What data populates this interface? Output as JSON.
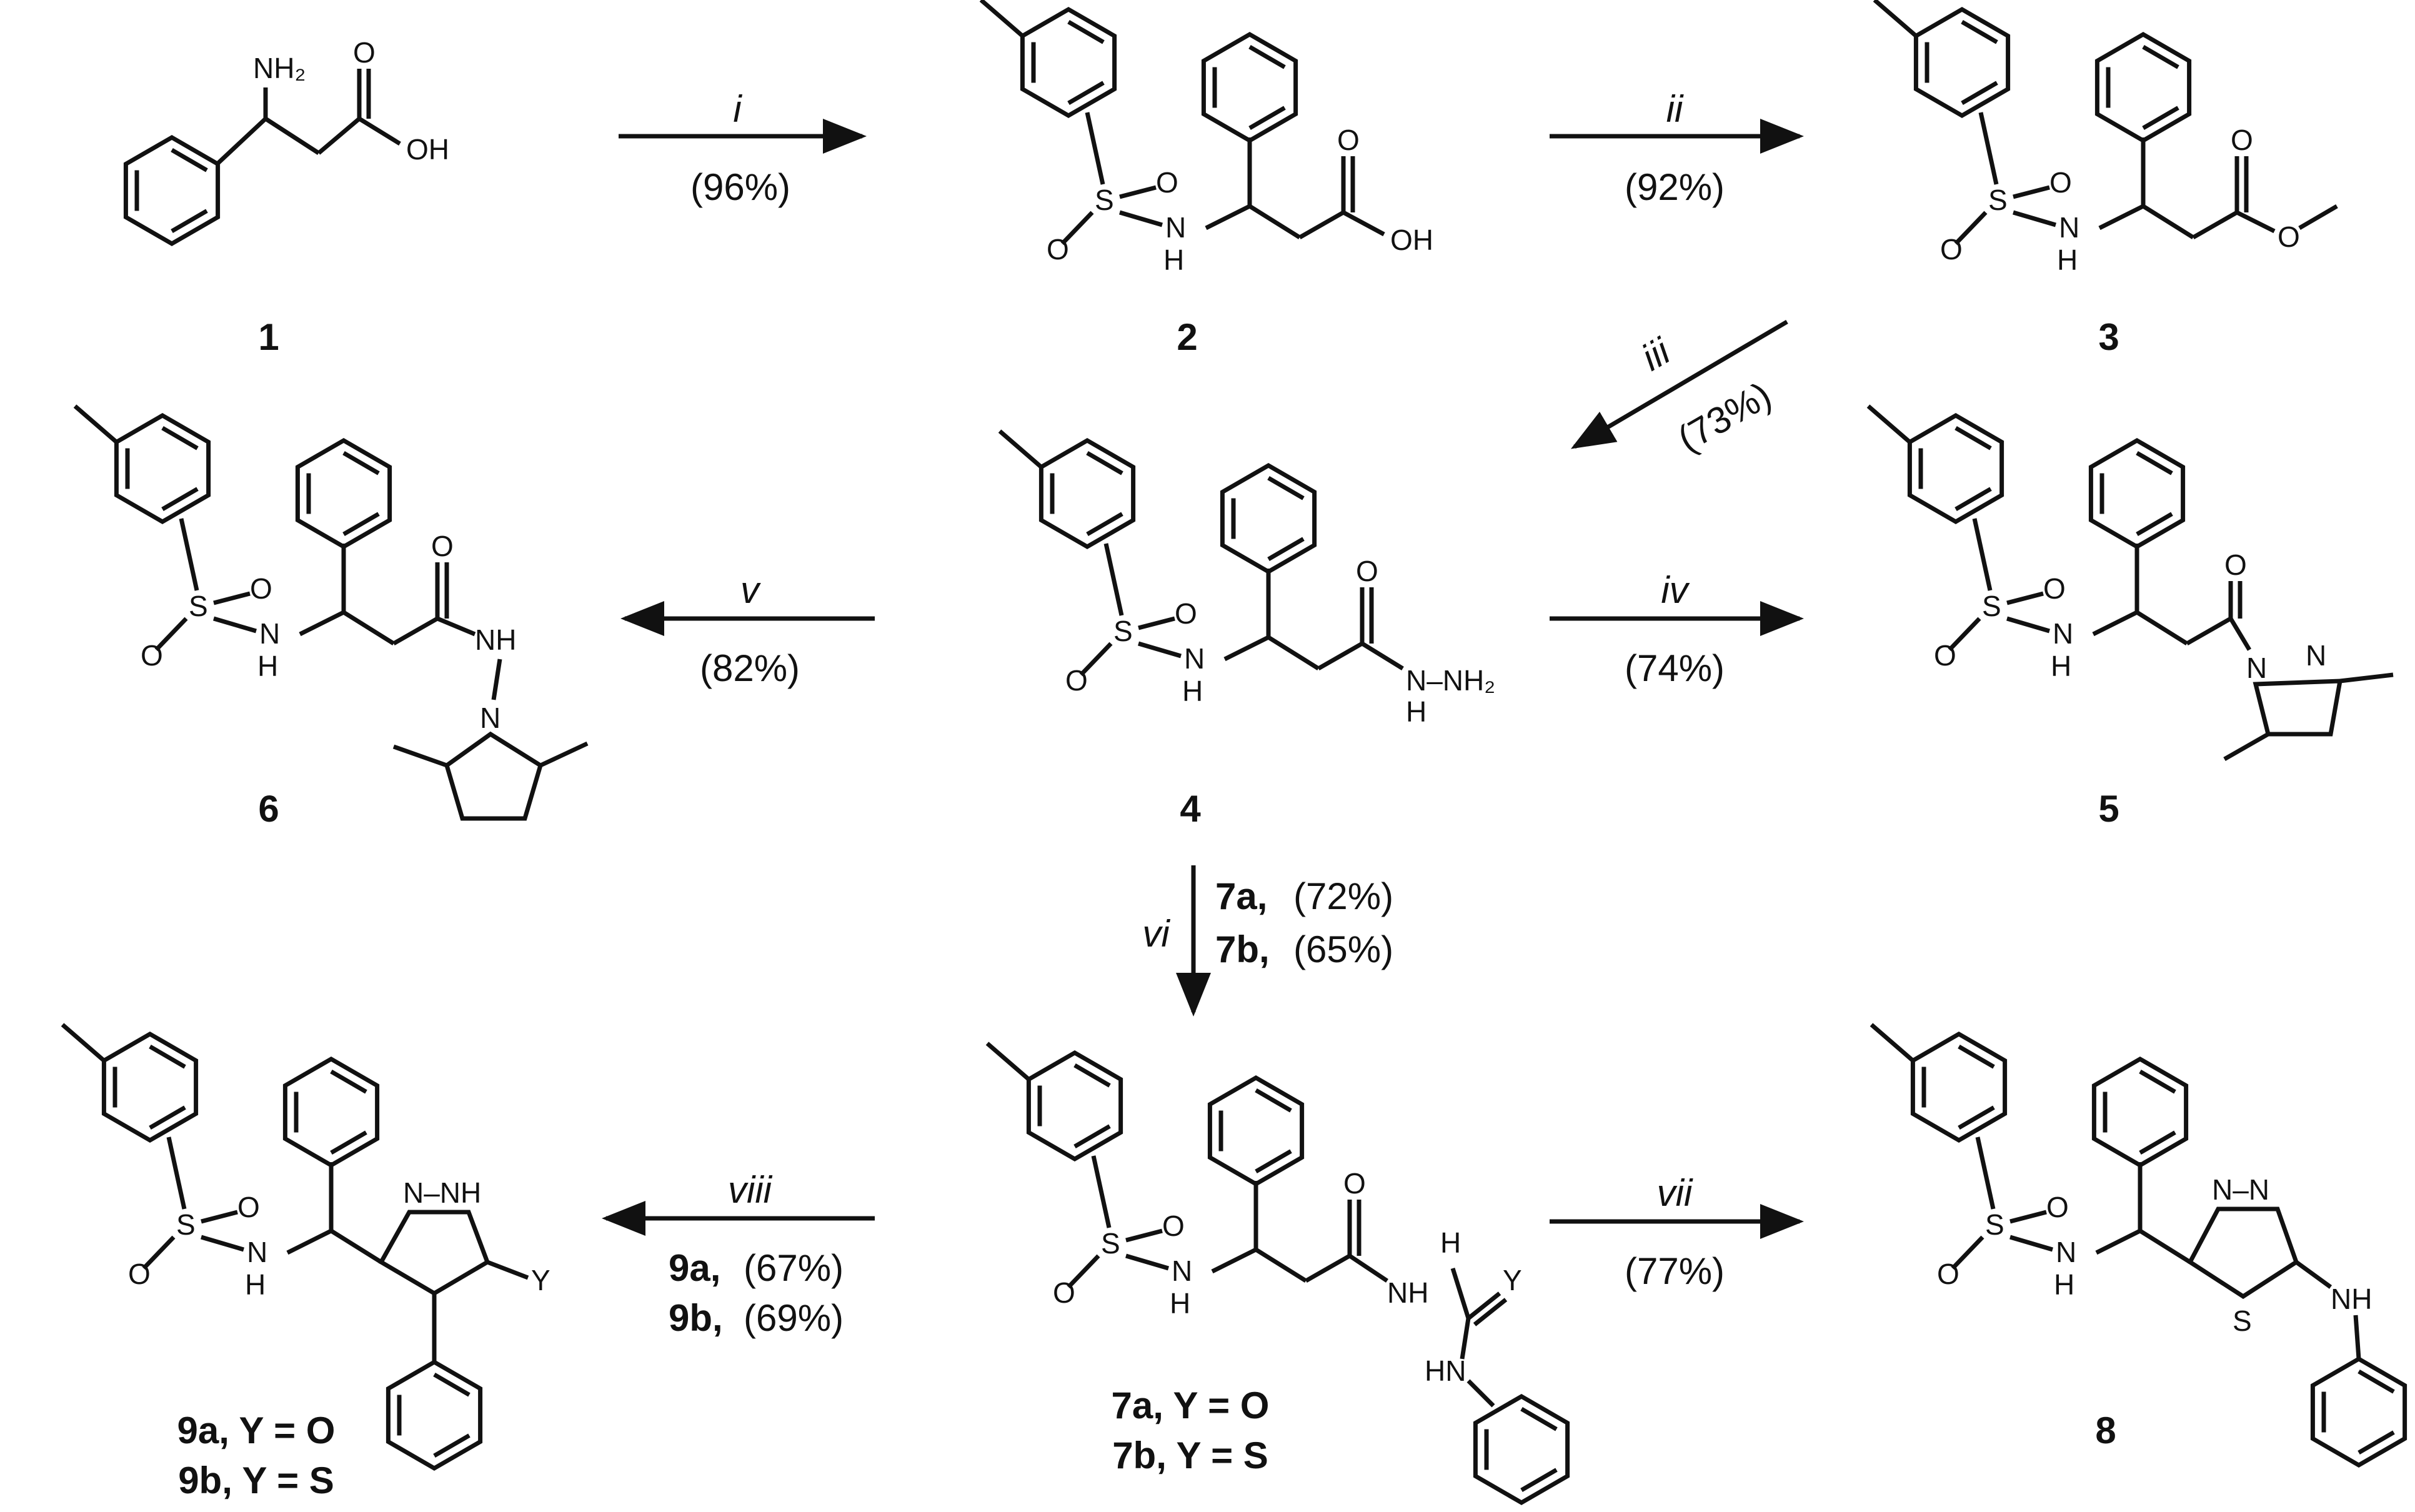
{
  "compounds": {
    "c1": "1",
    "c2": "2",
    "c3": "3",
    "c4": "4",
    "c5": "5",
    "c6": "6",
    "c7": [
      "7a, Y = O",
      "7b, Y = S"
    ],
    "c8": "8",
    "c9": [
      "9a, Y = O",
      "9b, Y = S"
    ]
  },
  "atoms": {
    "nh2": "NH₂",
    "oh": "OH",
    "o": "O",
    "s": "S",
    "n": "N",
    "h": "H",
    "nh": "NH",
    "hn": "HN",
    "nhnh2": "N–NH₂",
    "nnh": "N–NH",
    "nn": "N–N",
    "nh_nh": "NH",
    "y": "Y"
  },
  "steps": {
    "i": {
      "reagent": "i",
      "yield": "(96%)"
    },
    "ii": {
      "reagent": "ii",
      "yield": "(92%)"
    },
    "iii": {
      "reagent": "iii",
      "yield": "(73%)"
    },
    "iv": {
      "reagent": "iv",
      "yield": "(74%)"
    },
    "v": {
      "reagent": "v",
      "yield": "(82%)"
    },
    "vi": {
      "reagent": "vi",
      "yield_a_label": "7a,",
      "yield_a": "(72%)",
      "yield_b_label": "7b,",
      "yield_b": "(65%)"
    },
    "vii": {
      "reagent": "vii",
      "yield": "(77%)"
    },
    "viii": {
      "reagent": "viii",
      "yield_a_label": "9a,",
      "yield_a": "(67%)",
      "yield_b_label": "9b,",
      "yield_b": "(69%)"
    }
  },
  "colors": {
    "ink": "#111111",
    "background": "#ffffff"
  }
}
